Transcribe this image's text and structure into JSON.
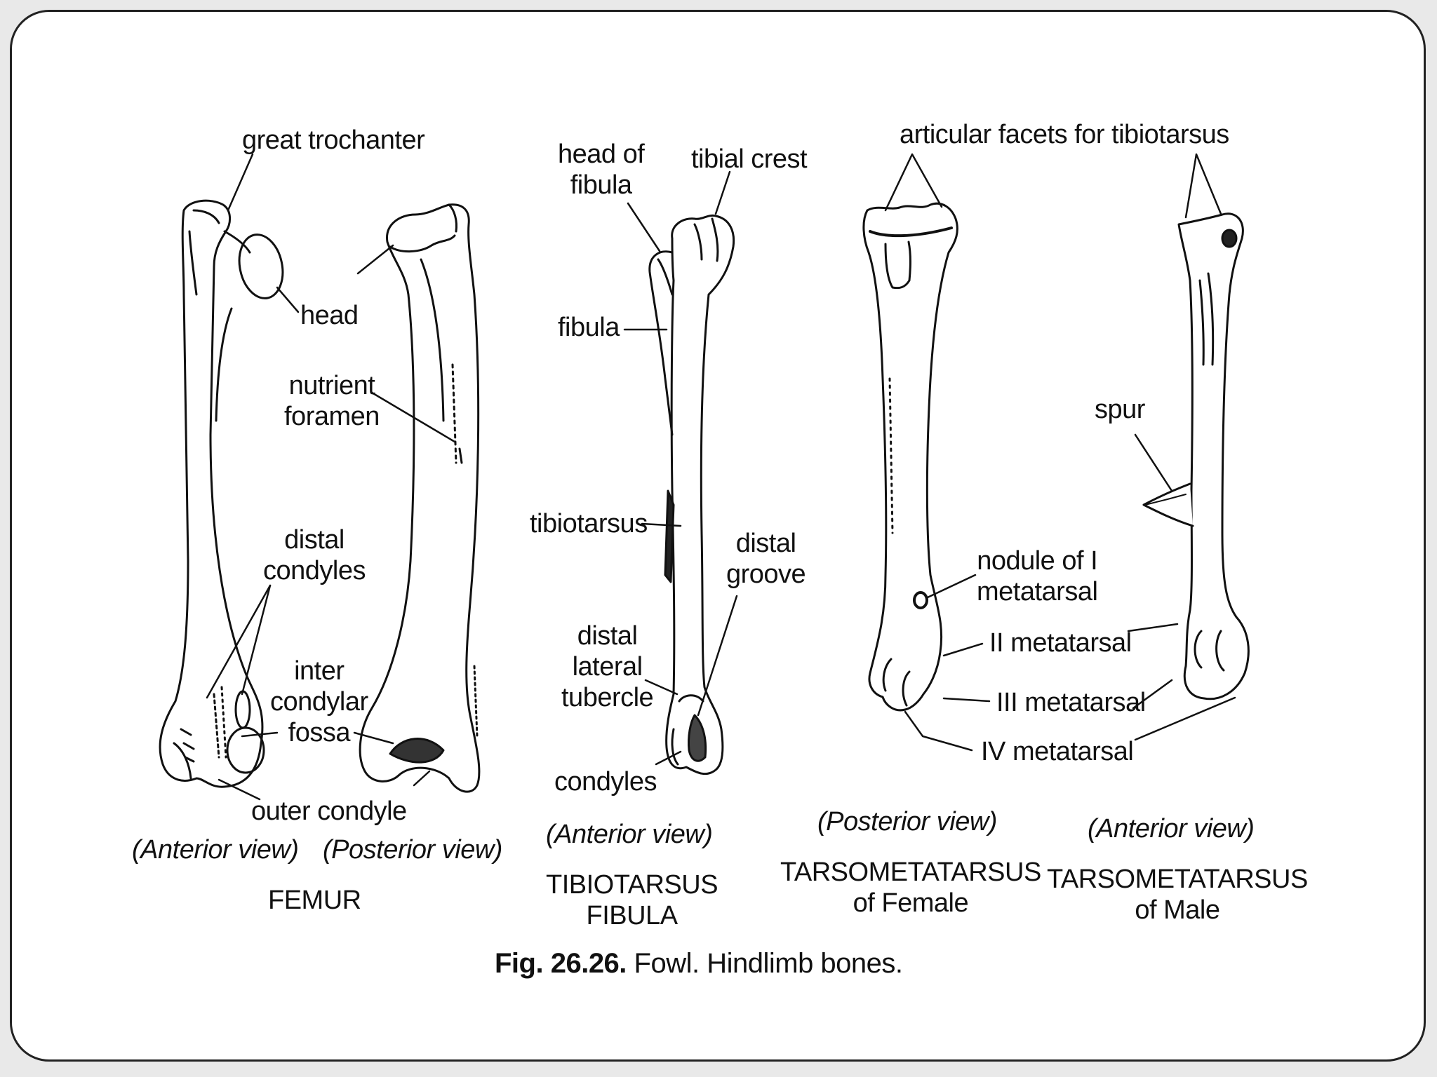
{
  "labels": {
    "great_trochanter": "great trochanter",
    "head": "head",
    "nutrient_foramen": "nutrient\nforamen",
    "distal_condyles": "distal\ncondyles",
    "inter_condylar_fossa": "inter\ncondylar\nfossa",
    "outer_condyle": "outer condyle",
    "head_of_fibula": "head of\nfibula",
    "tibial_crest": "tibial crest",
    "fibula": "fibula",
    "tibiotarsus": "tibiotarsus",
    "distal_groove": "distal\ngroove",
    "distal_lateral_tubercle": "distal\nlateral\ntubercle",
    "condyles": "condyles",
    "articular_facets": "articular facets for tibiotarsus",
    "spur": "spur",
    "nodule_of_i_metatarsal": "nodule of I\nmetatarsal",
    "ii_metatarsal": "II metatarsal",
    "iii_metatarsal": "III metatarsal",
    "iv_metatarsal": "IV metatarsal"
  },
  "views": {
    "femur_anterior": "(Anterior view)",
    "femur_posterior": "(Posterior view)",
    "tibio_anterior": "(Anterior view)",
    "tarso_female_posterior": "(Posterior view)",
    "tarso_male_anterior": "(Anterior view)"
  },
  "titles": {
    "femur": "FEMUR",
    "tibiotarsus_fibula": "TIBIOTARSUS\nFIBULA",
    "tarso_female": "TARSOMETATARSUS\nof Female",
    "tarso_male": "TARSOMETATARSUS\nof Male"
  },
  "caption": {
    "number": "Fig. 26.26.",
    "text": " Fowl. Hindlimb bones."
  }
}
